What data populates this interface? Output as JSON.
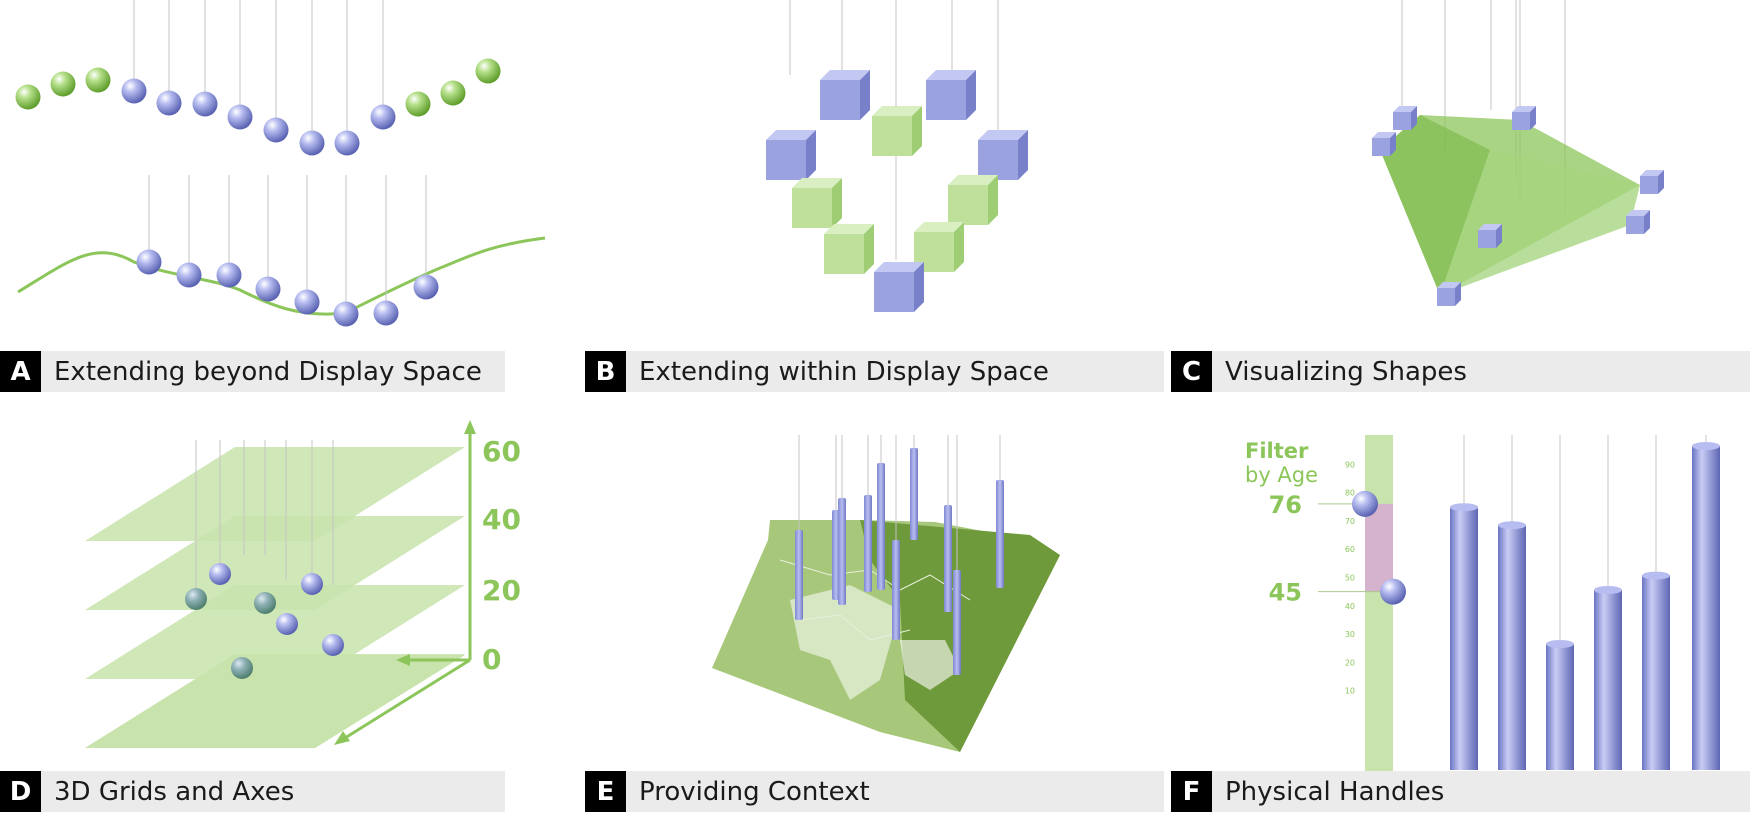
{
  "panels": [
    {
      "letter": "A",
      "caption": "Extending beyond Display Space"
    },
    {
      "letter": "B",
      "caption": "Extending within Display Space"
    },
    {
      "letter": "C",
      "caption": "Visualizing Shapes"
    },
    {
      "letter": "D",
      "caption": "3D Grids and Axes"
    },
    {
      "letter": "E",
      "caption": "Providing Context"
    },
    {
      "letter": "F",
      "caption": "Physical Handles"
    }
  ],
  "panel_d": {
    "axis_ticks": [
      "60",
      "40",
      "20",
      "0"
    ]
  },
  "panel_f": {
    "filter_title": "Filter",
    "filter_subtitle": "by Age",
    "scale_ticks": [
      "90",
      "80",
      "70",
      "60",
      "50",
      "40",
      "30",
      "20",
      "10"
    ],
    "handle_upper_label": "76",
    "handle_lower_label": "45",
    "handle_upper_value": 76,
    "handle_lower_value": 45,
    "bar_values": [
      0.73,
      0.68,
      0.35,
      0.5,
      0.54,
      0.9
    ]
  },
  "colors": {
    "green": "#8cc65a",
    "green_light": "#c8e3ac",
    "blue": "#8c95d9",
    "blue_dark": "#5d66b3",
    "map_dark": "#6f9a3c",
    "map_light": "#a7c77a",
    "filter_range": "#d9a6d6",
    "caption_bg": "#ebebeb"
  }
}
